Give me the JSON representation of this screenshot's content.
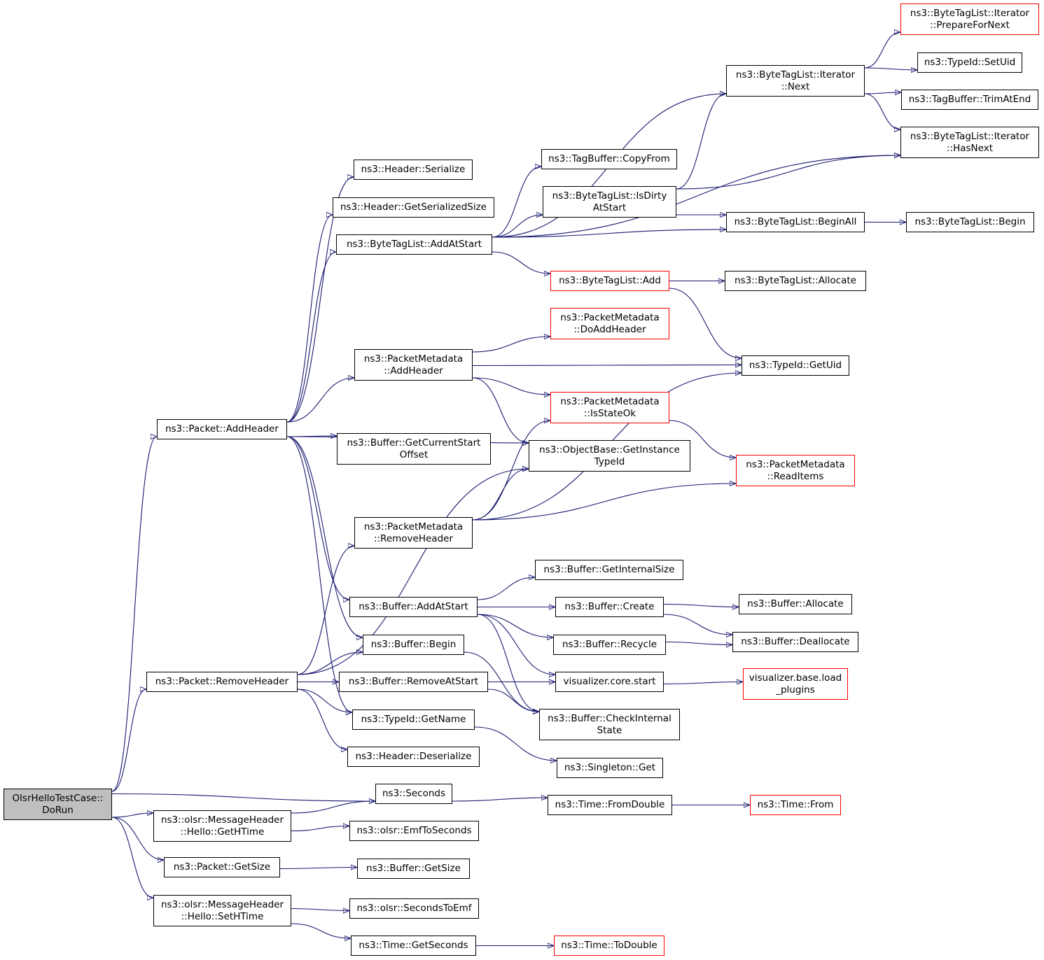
{
  "diagram": {
    "colors": {
      "edge": "#191970",
      "node_border": "#000000",
      "truncated_border": "#ff0000",
      "root_fill": "#bfbfbf"
    },
    "nodes": [
      {
        "id": "root",
        "lines": [
          "OlsrHelloTestCase::",
          "DoRun"
        ],
        "style": "root"
      },
      {
        "id": "pkt_addheader",
        "lines": [
          "ns3::Packet::AddHeader"
        ],
        "style": "normal"
      },
      {
        "id": "pkt_removeheader",
        "lines": [
          "ns3::Packet::RemoveHeader"
        ],
        "style": "normal"
      },
      {
        "id": "seconds",
        "lines": [
          "ns3::Seconds"
        ],
        "style": "normal"
      },
      {
        "id": "gethtime",
        "lines": [
          "ns3::olsr::MessageHeader",
          "::Hello::GetHTime"
        ],
        "style": "normal"
      },
      {
        "id": "pkt_getsize",
        "lines": [
          "ns3::Packet::GetSize"
        ],
        "style": "normal"
      },
      {
        "id": "sethtime",
        "lines": [
          "ns3::olsr::MessageHeader",
          "::Hello::SetHTime"
        ],
        "style": "normal"
      },
      {
        "id": "hdr_serialize",
        "lines": [
          "ns3::Header::Serialize"
        ],
        "style": "normal"
      },
      {
        "id": "hdr_getsersize",
        "lines": [
          "ns3::Header::GetSerializedSize"
        ],
        "style": "normal"
      },
      {
        "id": "btl_addatstart",
        "lines": [
          "ns3::ByteTagList::AddAtStart"
        ],
        "style": "normal"
      },
      {
        "id": "pm_addheader",
        "lines": [
          "ns3::PacketMetadata",
          "::AddHeader"
        ],
        "style": "normal"
      },
      {
        "id": "buf_getcurstart",
        "lines": [
          "ns3::Buffer::GetCurrentStart",
          "Offset"
        ],
        "style": "normal"
      },
      {
        "id": "pm_removeheader",
        "lines": [
          "ns3::PacketMetadata",
          "::RemoveHeader"
        ],
        "style": "normal"
      },
      {
        "id": "buf_addatstart",
        "lines": [
          "ns3::Buffer::AddAtStart"
        ],
        "style": "normal"
      },
      {
        "id": "buf_begin",
        "lines": [
          "ns3::Buffer::Begin"
        ],
        "style": "normal"
      },
      {
        "id": "buf_removeatstart",
        "lines": [
          "ns3::Buffer::RemoveAtStart"
        ],
        "style": "normal"
      },
      {
        "id": "typeid_getname",
        "lines": [
          "ns3::TypeId::GetName"
        ],
        "style": "normal"
      },
      {
        "id": "hdr_deserialize",
        "lines": [
          "ns3::Header::Deserialize"
        ],
        "style": "normal"
      },
      {
        "id": "emftoseconds",
        "lines": [
          "ns3::olsr::EmfToSeconds"
        ],
        "style": "normal"
      },
      {
        "id": "buf_getsize",
        "lines": [
          "ns3::Buffer::GetSize"
        ],
        "style": "normal"
      },
      {
        "id": "secondstoemf",
        "lines": [
          "ns3::olsr::SecondsToEmf"
        ],
        "style": "normal"
      },
      {
        "id": "time_getseconds",
        "lines": [
          "ns3::Time::GetSeconds"
        ],
        "style": "normal"
      },
      {
        "id": "tagbuf_copyfrom",
        "lines": [
          "ns3::TagBuffer::CopyFrom"
        ],
        "style": "normal"
      },
      {
        "id": "btl_isdirty",
        "lines": [
          "ns3::ByteTagList::IsDirty",
          "AtStart"
        ],
        "style": "normal"
      },
      {
        "id": "btl_add",
        "lines": [
          "ns3::ByteTagList::Add"
        ],
        "style": "truncated"
      },
      {
        "id": "pm_doaddheader",
        "lines": [
          "ns3::PacketMetadata",
          "::DoAddHeader"
        ],
        "style": "truncated"
      },
      {
        "id": "pm_isstateok",
        "lines": [
          "ns3::PacketMetadata",
          "::IsStateOk"
        ],
        "style": "truncated"
      },
      {
        "id": "ob_getinstance",
        "lines": [
          "ns3::ObjectBase::GetInstance",
          "TypeId"
        ],
        "style": "normal"
      },
      {
        "id": "buf_getinternalsize",
        "lines": [
          "ns3::Buffer::GetInternalSize"
        ],
        "style": "normal"
      },
      {
        "id": "buf_create",
        "lines": [
          "ns3::Buffer::Create"
        ],
        "style": "normal"
      },
      {
        "id": "buf_recycle",
        "lines": [
          "ns3::Buffer::Recycle"
        ],
        "style": "normal"
      },
      {
        "id": "viz_start",
        "lines": [
          "visualizer.core.start"
        ],
        "style": "normal"
      },
      {
        "id": "buf_checkinternal",
        "lines": [
          "ns3::Buffer::CheckInternal",
          "State"
        ],
        "style": "normal"
      },
      {
        "id": "singleton_get",
        "lines": [
          "ns3::Singleton::Get"
        ],
        "style": "normal"
      },
      {
        "id": "time_fromdouble",
        "lines": [
          "ns3::Time::FromDouble"
        ],
        "style": "normal"
      },
      {
        "id": "time_todouble",
        "lines": [
          "ns3::Time::ToDouble"
        ],
        "style": "truncated"
      },
      {
        "id": "btl_iter_next",
        "lines": [
          "ns3::ByteTagList::Iterator",
          "::Next"
        ],
        "style": "normal"
      },
      {
        "id": "btl_beginall",
        "lines": [
          "ns3::ByteTagList::BeginAll"
        ],
        "style": "normal"
      },
      {
        "id": "btl_allocate",
        "lines": [
          "ns3::ByteTagList::Allocate"
        ],
        "style": "normal"
      },
      {
        "id": "typeid_getuid",
        "lines": [
          "ns3::TypeId::GetUid"
        ],
        "style": "normal"
      },
      {
        "id": "pm_readitems",
        "lines": [
          "ns3::PacketMetadata",
          "::ReadItems"
        ],
        "style": "truncated"
      },
      {
        "id": "buf_allocate",
        "lines": [
          "ns3::Buffer::Allocate"
        ],
        "style": "normal"
      },
      {
        "id": "buf_deallocate",
        "lines": [
          "ns3::Buffer::Deallocate"
        ],
        "style": "normal"
      },
      {
        "id": "viz_loadplugins",
        "lines": [
          "visualizer.base.load",
          "_plugins"
        ],
        "style": "truncated"
      },
      {
        "id": "time_from",
        "lines": [
          "ns3::Time::From"
        ],
        "style": "truncated"
      },
      {
        "id": "btl_iter_prepare",
        "lines": [
          "ns3::ByteTagList::Iterator",
          "::PrepareForNext"
        ],
        "style": "truncated"
      },
      {
        "id": "typeid_setuid",
        "lines": [
          "ns3::TypeId::SetUid"
        ],
        "style": "normal"
      },
      {
        "id": "tagbuf_trimatend",
        "lines": [
          "ns3::TagBuffer::TrimAtEnd"
        ],
        "style": "normal"
      },
      {
        "id": "btl_iter_hasnext",
        "lines": [
          "ns3::ByteTagList::Iterator",
          "::HasNext"
        ],
        "style": "normal"
      },
      {
        "id": "btl_begin",
        "lines": [
          "ns3::ByteTagList::Begin"
        ],
        "style": "normal"
      }
    ],
    "edges": [
      [
        "root",
        "pkt_addheader"
      ],
      [
        "root",
        "pkt_removeheader"
      ],
      [
        "root",
        "seconds"
      ],
      [
        "root",
        "gethtime"
      ],
      [
        "root",
        "pkt_getsize"
      ],
      [
        "root",
        "sethtime"
      ],
      [
        "pkt_addheader",
        "hdr_serialize"
      ],
      [
        "pkt_addheader",
        "hdr_getsersize"
      ],
      [
        "pkt_addheader",
        "btl_addatstart"
      ],
      [
        "pkt_addheader",
        "pm_addheader"
      ],
      [
        "pkt_addheader",
        "ob_getinstance"
      ],
      [
        "pkt_addheader",
        "buf_getcurstart"
      ],
      [
        "pkt_addheader",
        "buf_addatstart"
      ],
      [
        "pkt_addheader",
        "buf_begin"
      ],
      [
        "pkt_addheader",
        "typeid_getname"
      ],
      [
        "pkt_removeheader",
        "ob_getinstance"
      ],
      [
        "pkt_removeheader",
        "pm_removeheader"
      ],
      [
        "pkt_removeheader",
        "buf_begin"
      ],
      [
        "pkt_removeheader",
        "buf_removeatstart"
      ],
      [
        "pkt_removeheader",
        "typeid_getname"
      ],
      [
        "pkt_removeheader",
        "hdr_deserialize"
      ],
      [
        "btl_addatstart",
        "btl_iter_next"
      ],
      [
        "btl_addatstart",
        "btl_iter_hasnext"
      ],
      [
        "btl_addatstart",
        "tagbuf_copyfrom"
      ],
      [
        "btl_addatstart",
        "btl_isdirty"
      ],
      [
        "btl_addatstart",
        "btl_beginall"
      ],
      [
        "btl_addatstart",
        "btl_add"
      ],
      [
        "pm_addheader",
        "pm_doaddheader"
      ],
      [
        "pm_addheader",
        "typeid_getuid"
      ],
      [
        "pm_addheader",
        "pm_isstateok"
      ],
      [
        "pm_addheader",
        "ob_getinstance"
      ],
      [
        "pm_removeheader",
        "pm_isstateok"
      ],
      [
        "pm_removeheader",
        "ob_getinstance"
      ],
      [
        "pm_removeheader",
        "typeid_getuid"
      ],
      [
        "pm_removeheader",
        "pm_readitems"
      ],
      [
        "buf_addatstart",
        "buf_getinternalsize"
      ],
      [
        "buf_addatstart",
        "buf_create"
      ],
      [
        "buf_addatstart",
        "buf_recycle"
      ],
      [
        "buf_addatstart",
        "viz_start"
      ],
      [
        "buf_addatstart",
        "buf_checkinternal"
      ],
      [
        "buf_begin",
        "buf_checkinternal"
      ],
      [
        "buf_removeatstart",
        "viz_start"
      ],
      [
        "buf_removeatstart",
        "buf_checkinternal"
      ],
      [
        "typeid_getname",
        "singleton_get"
      ],
      [
        "gethtime",
        "seconds"
      ],
      [
        "gethtime",
        "emftoseconds"
      ],
      [
        "pkt_getsize",
        "buf_getsize"
      ],
      [
        "sethtime",
        "secondstoemf"
      ],
      [
        "sethtime",
        "time_getseconds"
      ],
      [
        "seconds",
        "time_fromdouble"
      ],
      [
        "time_fromdouble",
        "time_from"
      ],
      [
        "time_getseconds",
        "time_todouble"
      ],
      [
        "btl_isdirty",
        "btl_iter_next"
      ],
      [
        "btl_isdirty",
        "btl_iter_hasnext"
      ],
      [
        "btl_isdirty",
        "btl_beginall"
      ],
      [
        "btl_add",
        "btl_allocate"
      ],
      [
        "btl_add",
        "typeid_getuid"
      ],
      [
        "pm_isstateok",
        "pm_readitems"
      ],
      [
        "buf_create",
        "buf_allocate"
      ],
      [
        "buf_create",
        "buf_deallocate"
      ],
      [
        "buf_recycle",
        "buf_deallocate"
      ],
      [
        "viz_start",
        "viz_loadplugins"
      ],
      [
        "btl_beginall",
        "btl_begin"
      ],
      [
        "btl_iter_next",
        "btl_iter_prepare"
      ],
      [
        "btl_iter_next",
        "typeid_setuid"
      ],
      [
        "btl_iter_next",
        "tagbuf_trimatend"
      ],
      [
        "btl_iter_next",
        "btl_iter_hasnext"
      ]
    ]
  }
}
